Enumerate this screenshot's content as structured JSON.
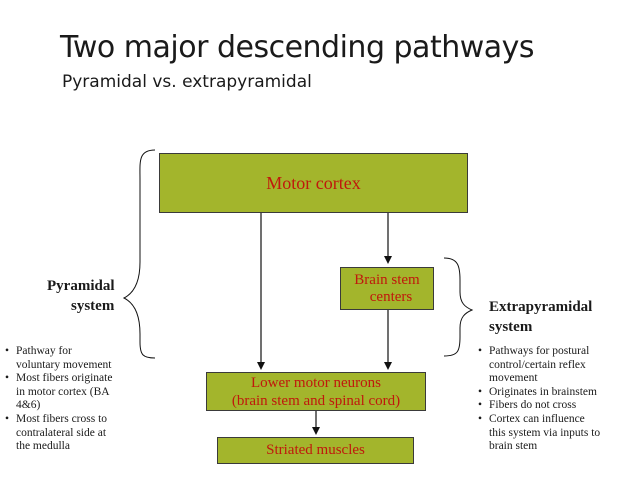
{
  "title": "Two major descending pathways",
  "subtitle": "Pyramidal vs. extrapyramidal",
  "boxes": {
    "motor_cortex": "Motor cortex",
    "brain_stem_centers": [
      "Brain stem",
      "centers"
    ],
    "lower_motor_neurons": [
      "Lower motor neurons",
      "(brain stem and spinal cord)"
    ],
    "striated_muscles": "Striated muscles"
  },
  "pyramidal": {
    "label": [
      "Pyramidal",
      "system"
    ],
    "bullets": [
      [
        "Pathway for",
        "voluntary movement"
      ],
      [
        "Most fibers originate",
        "in motor cortex (BA",
        "4&6)"
      ],
      [
        "Most fibers cross to",
        "contralateral side at",
        "the medulla"
      ]
    ]
  },
  "extrapyramidal": {
    "label": [
      "Extrapyramidal",
      "system"
    ],
    "bullets": [
      [
        "Pathways for postural",
        "control/certain reflex",
        "movement"
      ],
      [
        "Originates in brainstem"
      ],
      [
        "Fibers do not cross"
      ],
      [
        "Cortex can influence",
        "this system via inputs to",
        "brain stem"
      ]
    ]
  },
  "colors": {
    "box_fill": "#a3b52c",
    "box_text": "#c0180c",
    "text": "#1a1a1a"
  }
}
